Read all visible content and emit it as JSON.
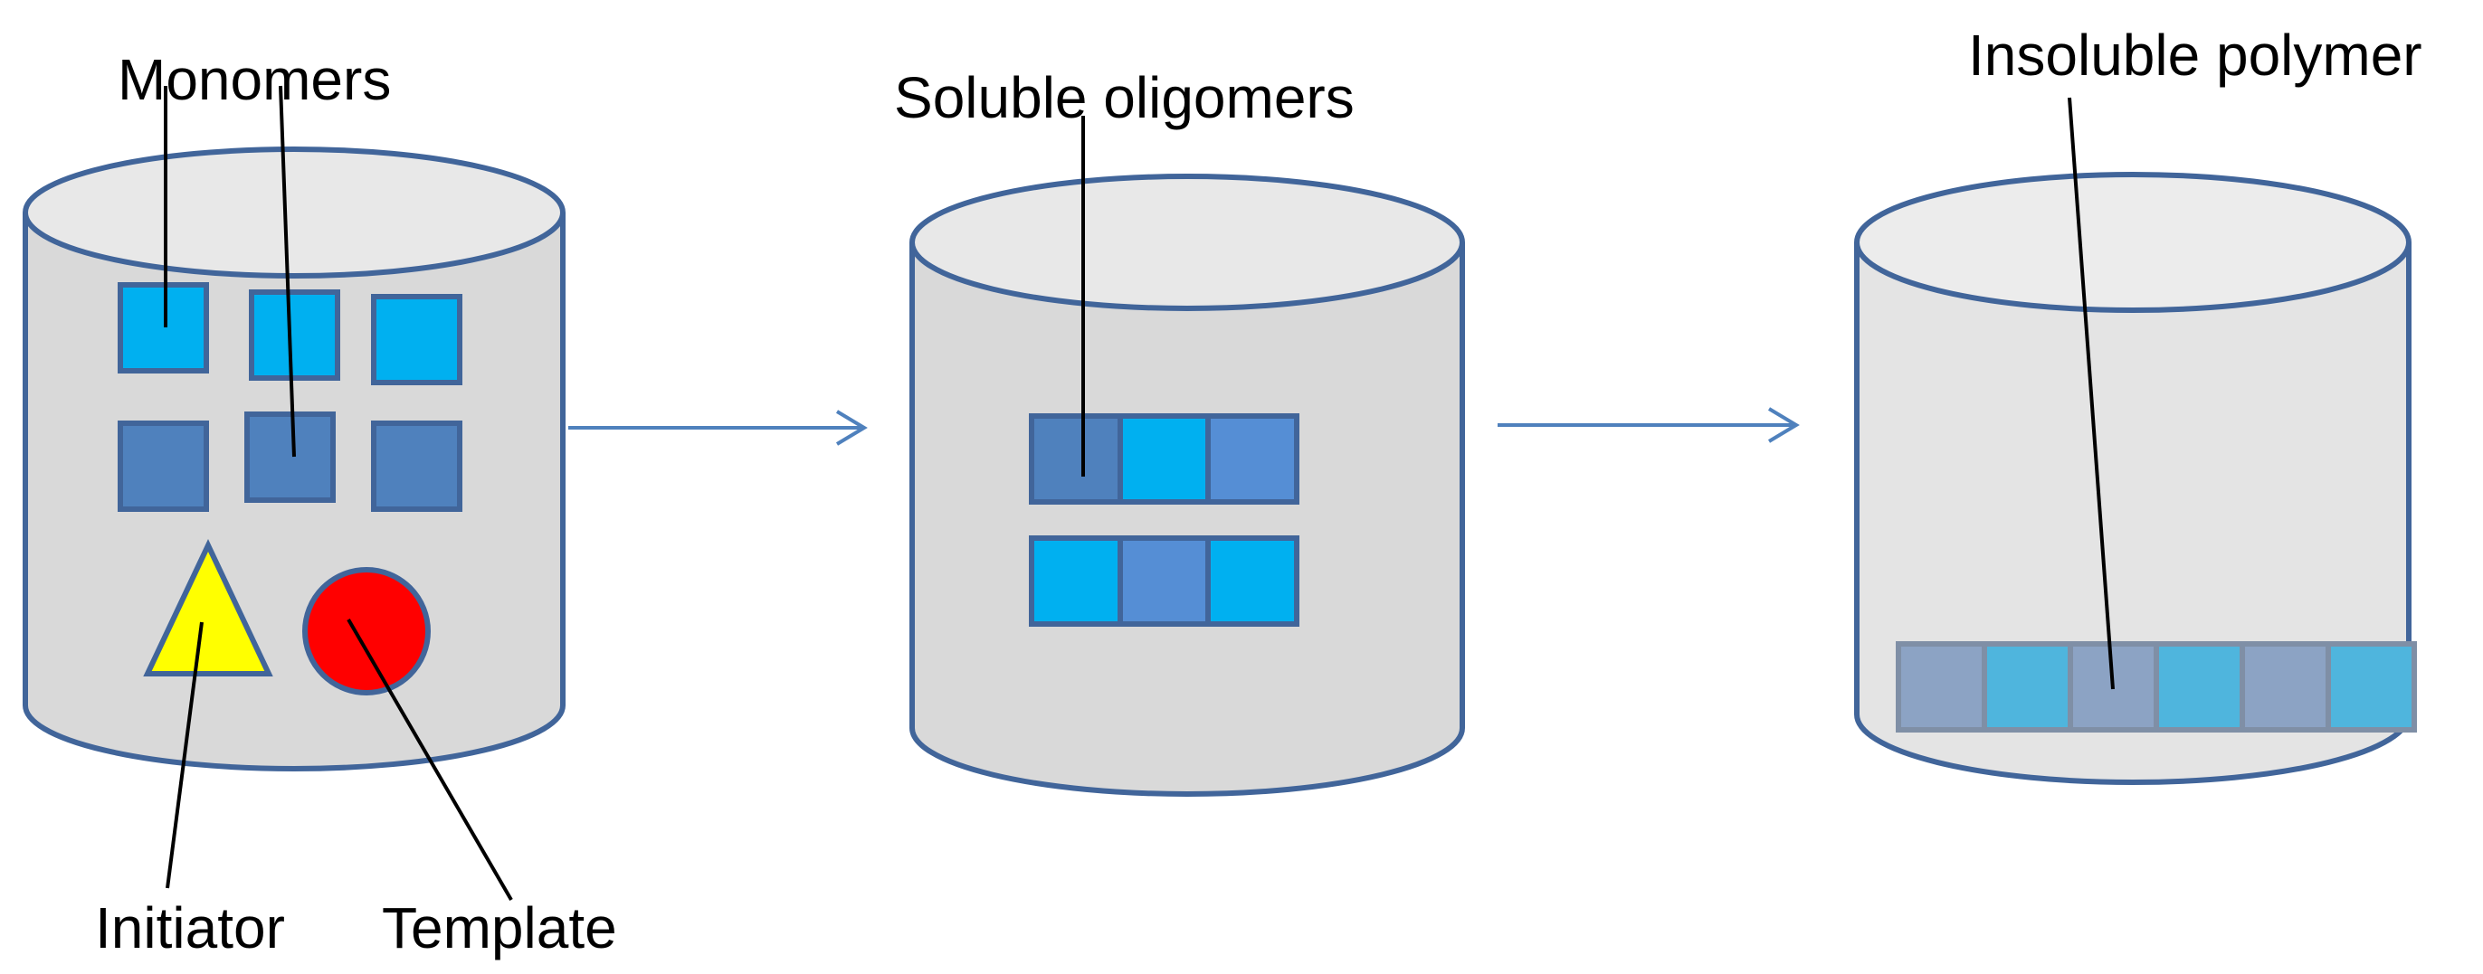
{
  "labels": {
    "monomers": "Monomers",
    "soluble_oligomers": "Soluble oligomers",
    "insoluble_polymer": "Insoluble polymer",
    "initiator": "Initiator",
    "template": "Template"
  },
  "colors": {
    "cylinder_fill": "#d9d9d9",
    "cylinder_top": "#e8e8e8",
    "outline": "#41659a",
    "monomer_light": "#00b0f0",
    "monomer_dark": "#4f81bd",
    "monomer_mid": "#558ed5",
    "initiator": "#ffff00",
    "template": "#ff0000",
    "arrow": "#4f81bd",
    "leader_line": "#000000"
  },
  "icons": {
    "arrow_1": "right-arrow-icon",
    "arrow_2": "right-arrow-icon"
  }
}
